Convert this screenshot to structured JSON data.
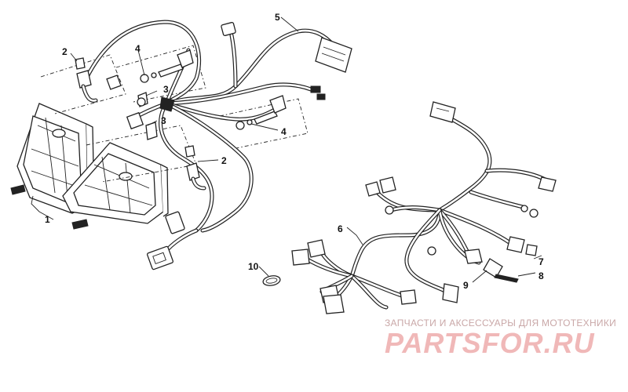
{
  "diagram": {
    "callouts": {
      "c1": "1",
      "c2a": "2",
      "c2b": "2",
      "c3a": "3",
      "c3b": "3",
      "c4a": "4",
      "c4b": "4",
      "c5": "5",
      "c6": "6",
      "c7": "7",
      "c8": "8",
      "c9": "9",
      "c10": "10"
    }
  },
  "watermark": {
    "tagline": "ЗАПЧАСТИ И АКСЕССУАРЫ ДЛЯ МОТОТЕХНИКИ",
    "logo": "PARTSFOR.RU"
  }
}
